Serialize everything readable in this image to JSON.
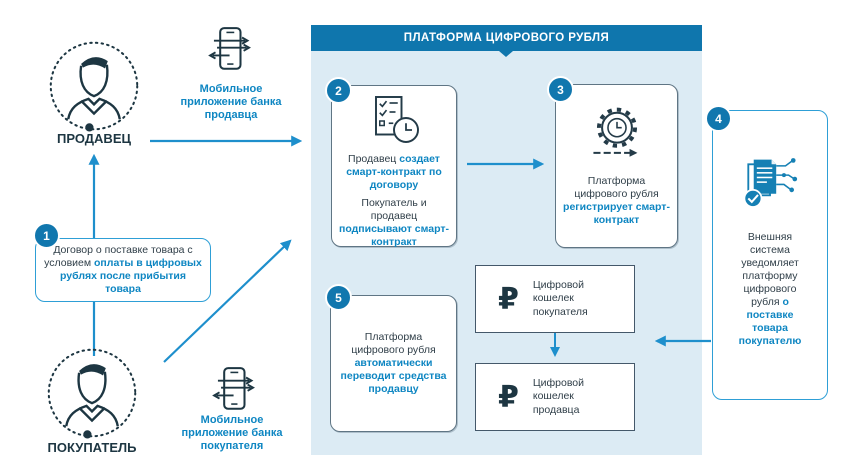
{
  "colors": {
    "accent_blue": "#1e8fcc",
    "header_blue": "#0f76ad",
    "highlight_text_blue": "#0e86c2",
    "dark_navy": "#1d3642",
    "panel_bg": "#dcebf4"
  },
  "platform": {
    "title": "ПЛАТФОРМА ЦИФРОВОГО РУБЛЯ"
  },
  "seller": {
    "label": "ПРОДАВЕЦ",
    "app_label": "Мобильное приложение банка продавца"
  },
  "buyer": {
    "label": "ПОКУПАТЕЛЬ",
    "app_label": "Мобильное приложение банка покупателя"
  },
  "steps": {
    "s1": {
      "number": "1",
      "text_normal": "Договор о поставке товара с условием ",
      "text_bold": "оплаты в цифровых рублях после прибытия товара"
    },
    "s2": {
      "number": "2",
      "p1_normal": "Продавец ",
      "p1_bold": "создает смарт-контракт по договору",
      "p2_normal": "Покупатель и продавец ",
      "p2_bold": "подписывают смарт-контракт"
    },
    "s3": {
      "number": "3",
      "text_normal": "Платформа цифрового рубля ",
      "text_bold": "регистрирует смарт-контракт"
    },
    "s4": {
      "number": "4",
      "text_normal": "Внешняя система уведомляет платформу цифрового рубля ",
      "text_bold": "о поставке товара покупателю"
    },
    "s5": {
      "number": "5",
      "text_normal": "Платформа цифрового рубля ",
      "text_bold": "автоматически переводит средства продавцу"
    }
  },
  "wallets": {
    "buyer": {
      "symbol": "₽",
      "label": "Цифровой кошелек покупателя"
    },
    "seller": {
      "symbol": "₽",
      "label": "Цифровой кошелек продавца"
    }
  }
}
